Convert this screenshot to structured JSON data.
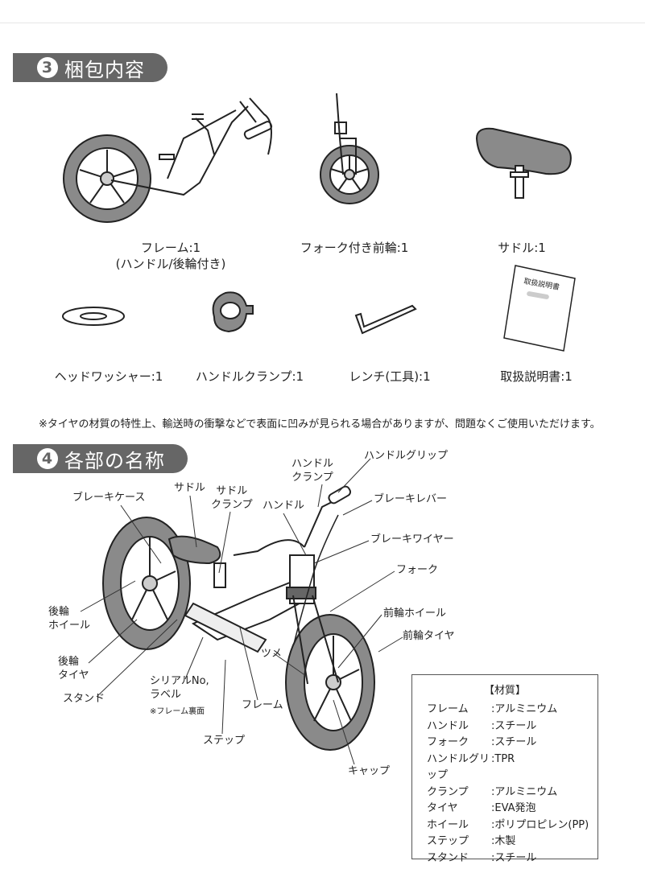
{
  "section3": {
    "number": "3",
    "title": "梱包内容",
    "items": [
      {
        "label": "フレーム:1",
        "sub": "(ハンドル/後輪付き)",
        "icon": "frame-icon"
      },
      {
        "label": "フォーク付き前輪:1",
        "icon": "front-wheel-icon"
      },
      {
        "label": "サドル:1",
        "icon": "saddle-icon"
      },
      {
        "label": "ヘッドワッシャー:1",
        "icon": "washer-icon"
      },
      {
        "label": "ハンドルクランプ:1",
        "icon": "clamp-icon"
      },
      {
        "label": "レンチ(工具):1",
        "icon": "wrench-icon"
      },
      {
        "label": "取扱説明書:1",
        "manual_title": "取扱説明書",
        "icon": "manual-icon"
      }
    ],
    "note": "※タイヤの材質の特性上、輸送時の衝撃などで表面に凹みが見られる場合がありますが、問題なくご使用いただけます。"
  },
  "section4": {
    "number": "4",
    "title": "各部の名称",
    "parts": {
      "handle_clamp": "ハンドル\nクランプ",
      "handle_grip": "ハンドルグリップ",
      "saddle": "サドル",
      "saddle_clamp": "サドル\nクランプ",
      "brake_case": "ブレーキケース",
      "handle": "ハンドル",
      "brake_lever": "ブレーキレバー",
      "brake_wire": "ブレーキワイヤー",
      "fork": "フォーク",
      "rear_wheel": "後輪\nホイール",
      "front_wheel": "前輪ホイール",
      "front_tire": "前輪タイヤ",
      "rear_tire": "後輪\nタイヤ",
      "tsume": "ツメ",
      "stand": "スタンド",
      "serial": "シリアルNo,\nラベル",
      "serial_note": "※フレーム裏面",
      "frame": "フレーム",
      "step": "ステップ",
      "cap": "キャップ"
    },
    "materials": {
      "title": "【材質】",
      "rows": [
        {
          "part": "フレーム",
          "material": ":アルミニウム"
        },
        {
          "part": "ハンドル",
          "material": ":スチール"
        },
        {
          "part": "フォーク",
          "material": ":スチール"
        },
        {
          "part": "ハンドルグリップ",
          "material": ":TPR"
        },
        {
          "part": "クランプ",
          "material": ":アルミニウム"
        },
        {
          "part": "タイヤ",
          "material": ":EVA発泡"
        },
        {
          "part": "ホイール",
          "material": ":ポリプロピレン(PP)"
        },
        {
          "part": "ステップ",
          "material": ":木製"
        },
        {
          "part": "スタンド",
          "material": ":スチール"
        }
      ]
    }
  },
  "colors": {
    "tab_bg": "#666666",
    "tire": "#8a8a8a",
    "frame_line": "#333333"
  }
}
